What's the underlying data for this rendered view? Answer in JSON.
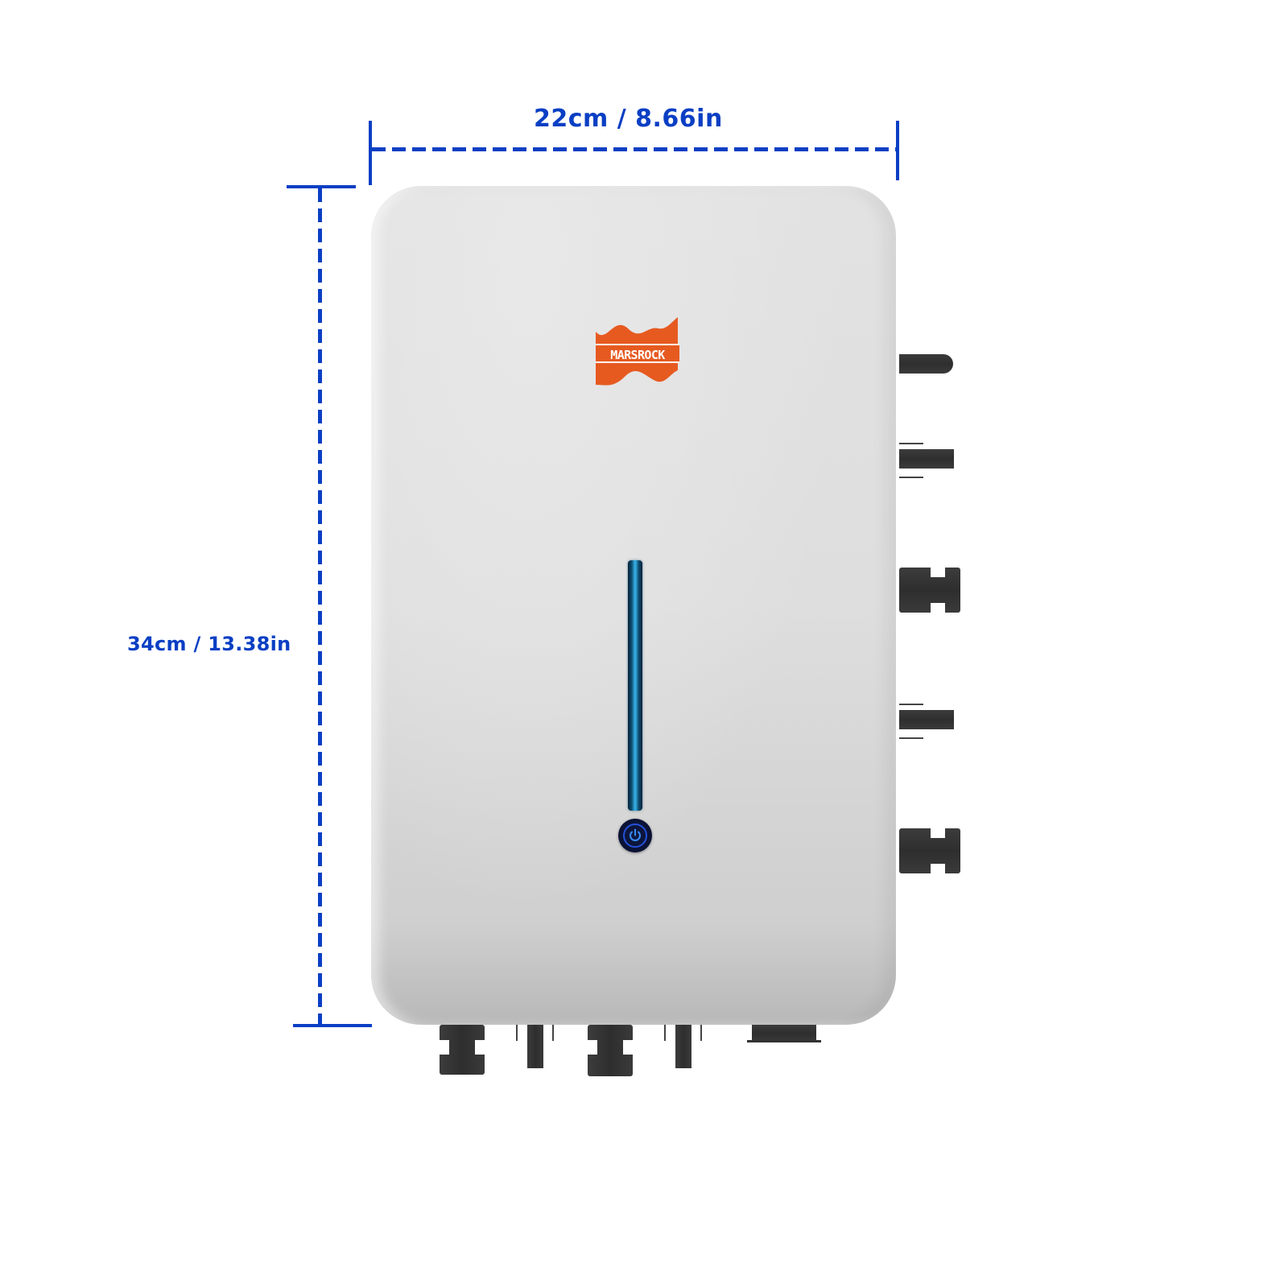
{
  "dimensions": {
    "width_label": "22cm / 8.66in",
    "height_label": "34cm / 13.38in"
  },
  "product": {
    "brand": "MARSROCK",
    "brand_color": "#e65a20",
    "body_color": "#dedede",
    "indicator_color": "#39b7ec",
    "power_icon": "power-icon",
    "right_side_connectors": [
      "antenna",
      "mc4-male",
      "mc4-female",
      "mc4-male",
      "mc4-female"
    ],
    "bottom_connectors": [
      "mc4-female",
      "mc4-male",
      "mc4-female",
      "mc4-male",
      "cable-gland"
    ]
  },
  "colors": {
    "dimension_line": "#0a3fc4"
  }
}
